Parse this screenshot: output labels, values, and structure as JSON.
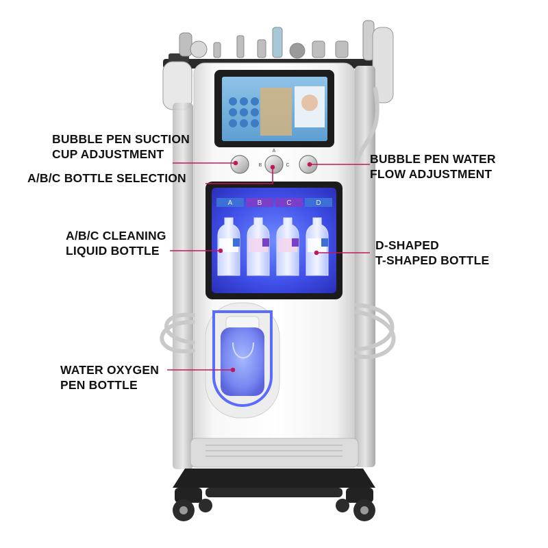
{
  "labels": {
    "suction": [
      "BUBBLE PEN SUCTION",
      "CUP ADJUSTMENT"
    ],
    "bottle_selection": [
      "A/B/C BOTTLE SELECTION"
    ],
    "water_flow": [
      "BUBBLE PEN WATER",
      "FLOW ADJUSTMENT"
    ],
    "cleaning_bottle": [
      "A/B/C CLEANING",
      "LIQUID BOTTLE"
    ],
    "d_bottle": [
      "D-SHAPED",
      "T-SHAPED BOTTLE"
    ],
    "oxygen_bottle": [
      "WATER OXYGEN",
      "PEN BOTTLE"
    ]
  },
  "bottle_tabs": [
    "A",
    "B",
    "C",
    "D"
  ],
  "knob_letters": [
    "A",
    "B",
    "C"
  ],
  "colors": {
    "leader_line": "#c2185b",
    "tank_glow": "#3b4cf0",
    "tab_blue": "#3c6fd8",
    "tab_purple": "#7a3fc8"
  }
}
